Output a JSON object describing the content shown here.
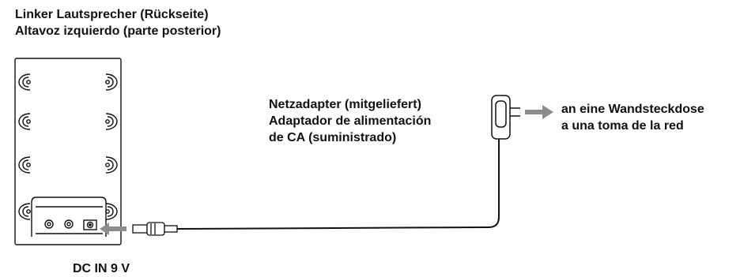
{
  "speaker_title": {
    "line1": "Linker Lautsprecher (Rückseite)",
    "line2": "Altavoz izquierdo (parte posterior)"
  },
  "adapter_label": {
    "line1": "Netzadapter (mitgeliefert)",
    "line2": "Adaptador de alimentación",
    "line3": "de CA (suministrado)"
  },
  "outlet_label": {
    "line1": "an eine Wandsteckdose",
    "line2": "a una toma de la red"
  },
  "jack_label": "DC IN 9 V",
  "colors": {
    "arrow": "#8c8c8c",
    "line": "#111111"
  }
}
